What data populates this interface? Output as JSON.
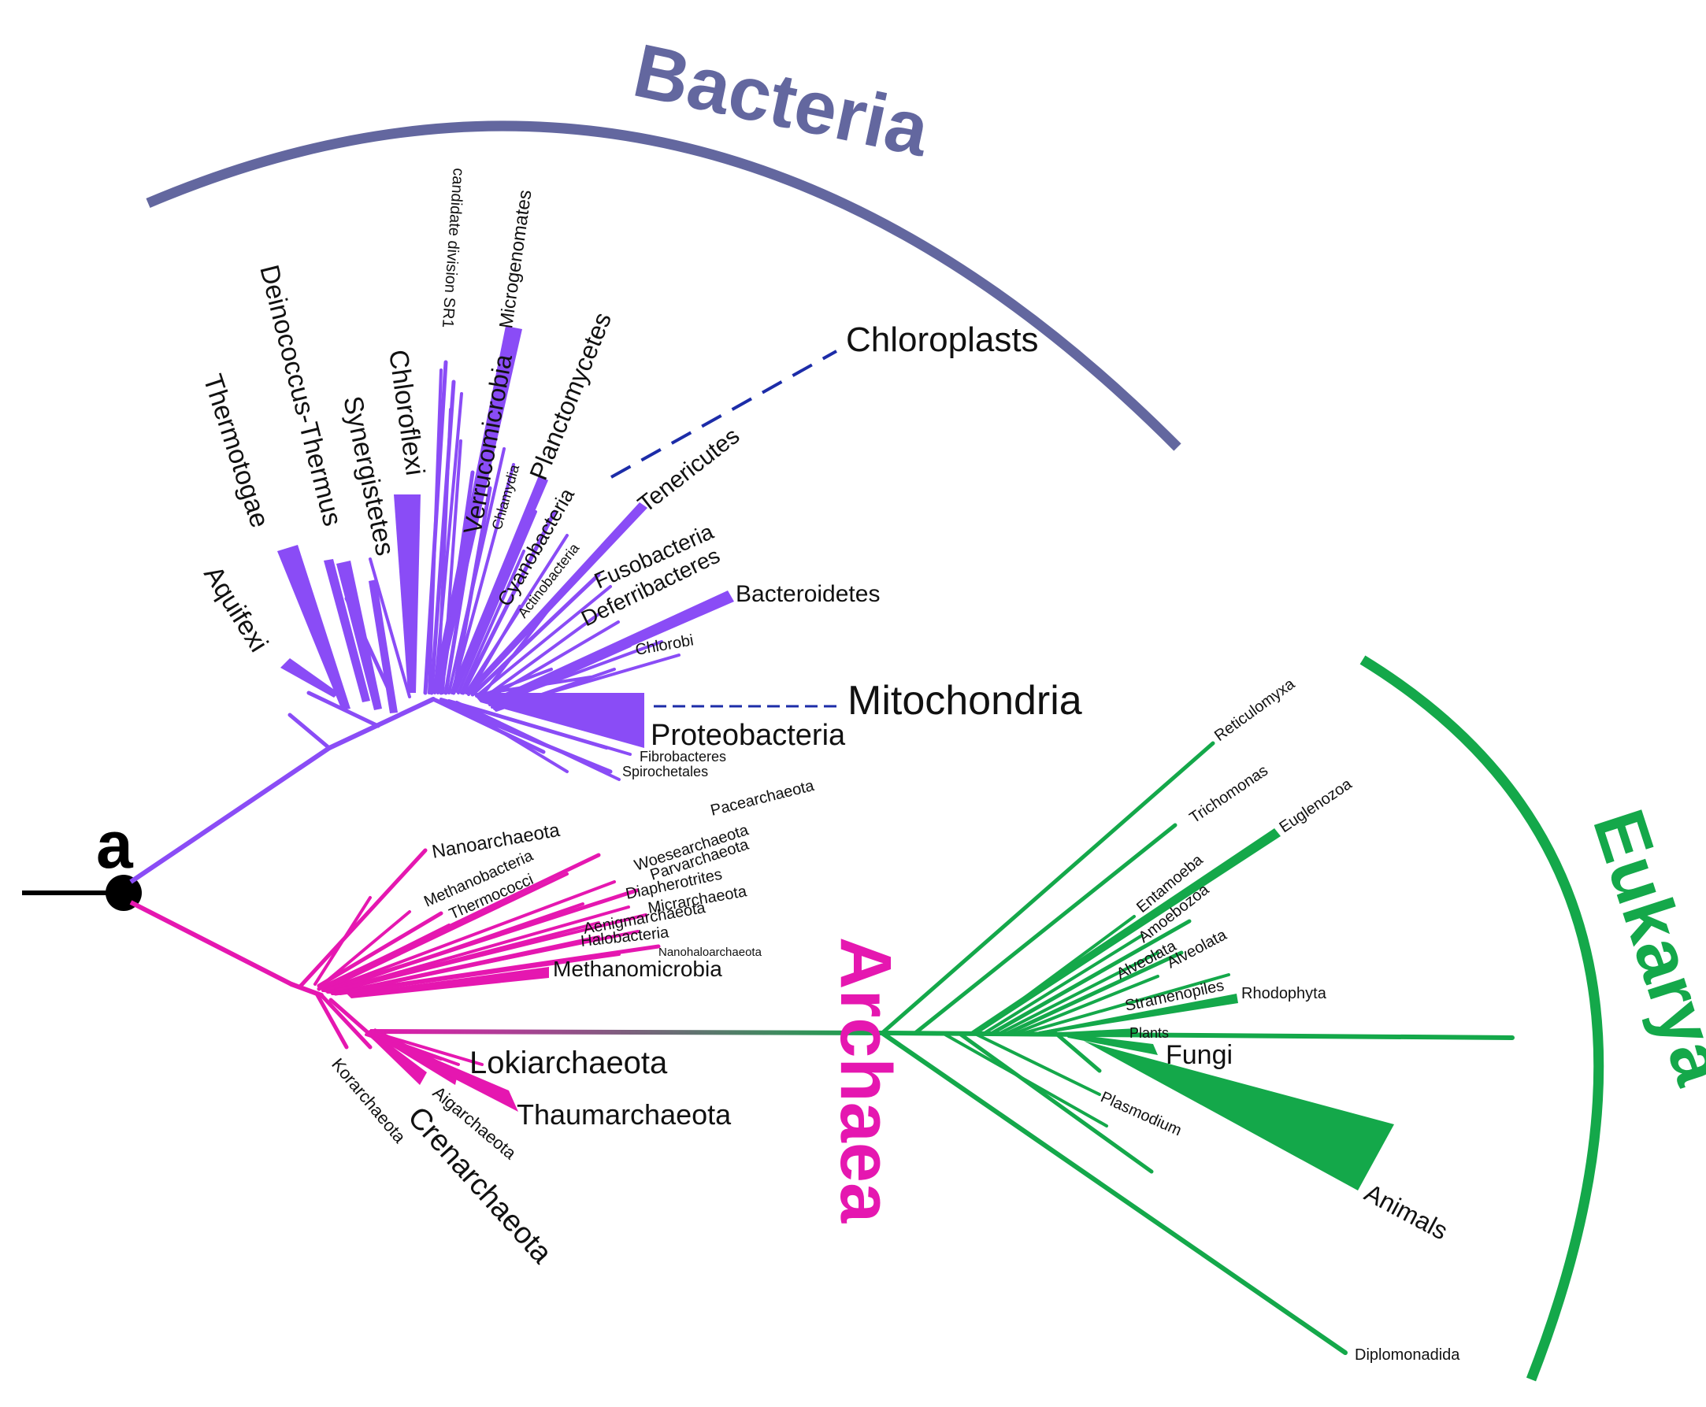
{
  "figure": {
    "panel_label": "a",
    "colors": {
      "bacteria_arc": "#63679f",
      "bacteria": "#8a4cf6",
      "archaea": "#e517b0",
      "eukarya": "#14a84a",
      "organelle_link": "#1c2ca8",
      "root": "#000000"
    },
    "domains": {
      "bacteria": "Bacteria",
      "archaea": "Archaea",
      "eukarya": "Eukarya"
    },
    "bacteria_taxa": {
      "aquifexi": "Aquifexi",
      "thermotogae": "Thermotogae",
      "deinococcus": "Deinococcus-Thermus",
      "synergistetes": "Synergistetes",
      "chloroflexi": "Chloroflexi",
      "sr1": "candidate division SR1",
      "microgenomates": "Microgenomates",
      "verrucomicrobia": "Verrucomicrobia",
      "chlamydia": "Chlamydia",
      "planctomycetes": "Planctomycetes",
      "cyanobacteria": "Cyanobacteria",
      "actinobacteria": "Actinobacteria",
      "tenericutes": "Tenericutes",
      "fusobacteria": "Fusobacteria",
      "deferribacteres": "Deferribacteres",
      "bacteroidetes": "Bacteroidetes",
      "chlorobi": "Chlorobi",
      "proteobacteria": "Proteobacteria",
      "fibrobacteres": "Fibrobacteres",
      "spirochetales": "Spirochetales"
    },
    "organelles": {
      "chloroplasts": "Chloroplasts",
      "mitochondria": "Mitochondria"
    },
    "archaea_taxa": {
      "nanoarchaeota": "Nanoarchaeota",
      "methanobacteria": "Methanobacteria",
      "thermococci": "Thermococci",
      "pacearchaeota": "Pacearchaeota",
      "woesearchaeota": "Woesearchaeota",
      "parvarchaeota": "Parvarchaeota",
      "diapherotrites": "Diapherotrites",
      "micrarchaeota": "Micrarchaeota",
      "aenigmarchaeota": "Aenigmarchaeota",
      "halobacteria": "Halobacteria",
      "nanohaloarchaeota": "Nanohaloarchaeota",
      "methanomicrobia": "Methanomicrobia",
      "lokiarchaeota": "Lokiarchaeota",
      "thaumarchaeota": "Thaumarchaeota",
      "aigarchaeota": "Aigarchaeota",
      "crenarchaeota": "Crenarchaeota",
      "korarchaeota": "Korarchaeota"
    },
    "eukarya_taxa": {
      "reticulomyxa": "Reticulomyxa",
      "trichomonas": "Trichomonas",
      "euglenozoa": "Euglenozoa",
      "entamoeba": "Entamoeba",
      "amoebozoa": "Amoebozoa",
      "alveolata1": "Alveolata",
      "alveolata2": "Alveolata",
      "stramenopiles": "Stramenopiles",
      "rhodophyta": "Rhodophyta",
      "plants": "Plants",
      "fungi": "Fungi",
      "plasmodium": "Plasmodium",
      "animals": "Animals",
      "diplomonadida": "Diplomonadida"
    }
  }
}
